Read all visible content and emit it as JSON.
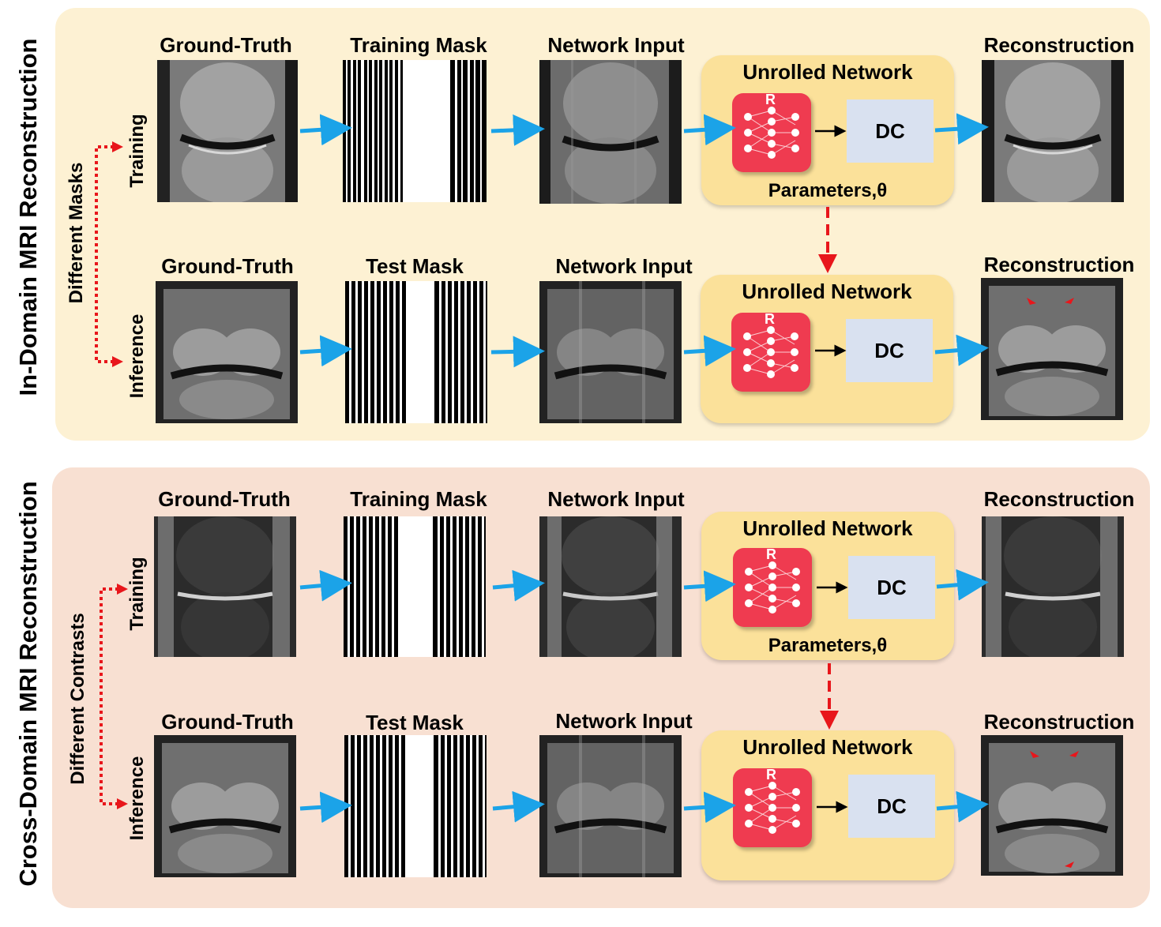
{
  "colors": {
    "panel_in_domain": "#fdf1d3",
    "panel_cross_domain": "#f8e0d2",
    "unrolled_box": "#fbe19a",
    "network_icon": "#ef3b50",
    "dc_box": "#d9e1f0",
    "flow_arrow": "#1ba3e8",
    "dashed_arrow": "#e8161b"
  },
  "panels": {
    "in_domain": {
      "title": "In-Domain MRI Reconstruction",
      "relation_label": "Different Masks",
      "rows": [
        {
          "row_label": "Training",
          "col1": "Ground-Truth",
          "col2": "Training Mask",
          "col3": "Network Input",
          "unrolled_title": "Unrolled Network",
          "net_letter": "R",
          "dc_label": "DC",
          "parameters": "Parameters,θ",
          "col5": "Reconstruction"
        },
        {
          "row_label": "Inference",
          "col1": "Ground-Truth",
          "col2": "Test Mask",
          "col3": "Network Input",
          "unrolled_title": "Unrolled Network",
          "net_letter": "R",
          "dc_label": "DC",
          "col5": "Reconstruction"
        }
      ]
    },
    "cross_domain": {
      "title": "Cross-Domain MRI Reconstruction",
      "relation_label": "Different Contrasts",
      "rows": [
        {
          "row_label": "Training",
          "col1": "Ground-Truth",
          "col2": "Training Mask",
          "col3": "Network Input",
          "unrolled_title": "Unrolled Network",
          "net_letter": "R",
          "dc_label": "DC",
          "parameters": "Parameters,θ",
          "col5": "Reconstruction"
        },
        {
          "row_label": "Inference",
          "col1": "Ground-Truth",
          "col2": "Test Mask",
          "col3": "Network Input",
          "unrolled_title": "Unrolled Network",
          "net_letter": "R",
          "dc_label": "DC",
          "col5": "Reconstruction"
        }
      ]
    }
  }
}
